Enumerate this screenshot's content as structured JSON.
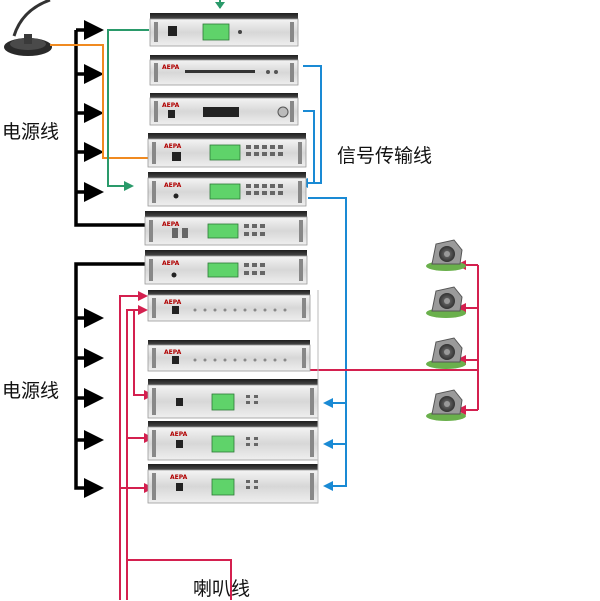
{
  "labels": {
    "power_top": "电源线",
    "signal": "信号传输线",
    "power_bottom": "电源线",
    "speaker": "喇叭线"
  },
  "colors": {
    "power_line": "#000000",
    "signal_line": "#1a8ad4",
    "speaker_line": "#d4204f",
    "mic_line": "#f08a20",
    "green_line": "#2a9a6a",
    "lcd": "#5fd36a"
  },
  "devices": [
    {
      "id": "top-unit",
      "type": "tuner"
    },
    {
      "id": "cd-player",
      "type": "cd"
    },
    {
      "id": "mp3-player",
      "type": "mp3"
    },
    {
      "id": "preamp",
      "type": "preamp"
    },
    {
      "id": "mixer",
      "type": "mixer"
    },
    {
      "id": "timer",
      "type": "timer"
    },
    {
      "id": "power-sequencer",
      "type": "sequencer"
    },
    {
      "id": "zone-selector",
      "type": "zone"
    },
    {
      "id": "distributor",
      "type": "distributor"
    },
    {
      "id": "amp-1",
      "type": "amplifier"
    },
    {
      "id": "amp-2",
      "type": "amplifier"
    },
    {
      "id": "amp-3",
      "type": "amplifier"
    }
  ],
  "speakers": [
    {
      "id": "speaker-1"
    },
    {
      "id": "speaker-2"
    },
    {
      "id": "speaker-3"
    },
    {
      "id": "speaker-4"
    }
  ]
}
